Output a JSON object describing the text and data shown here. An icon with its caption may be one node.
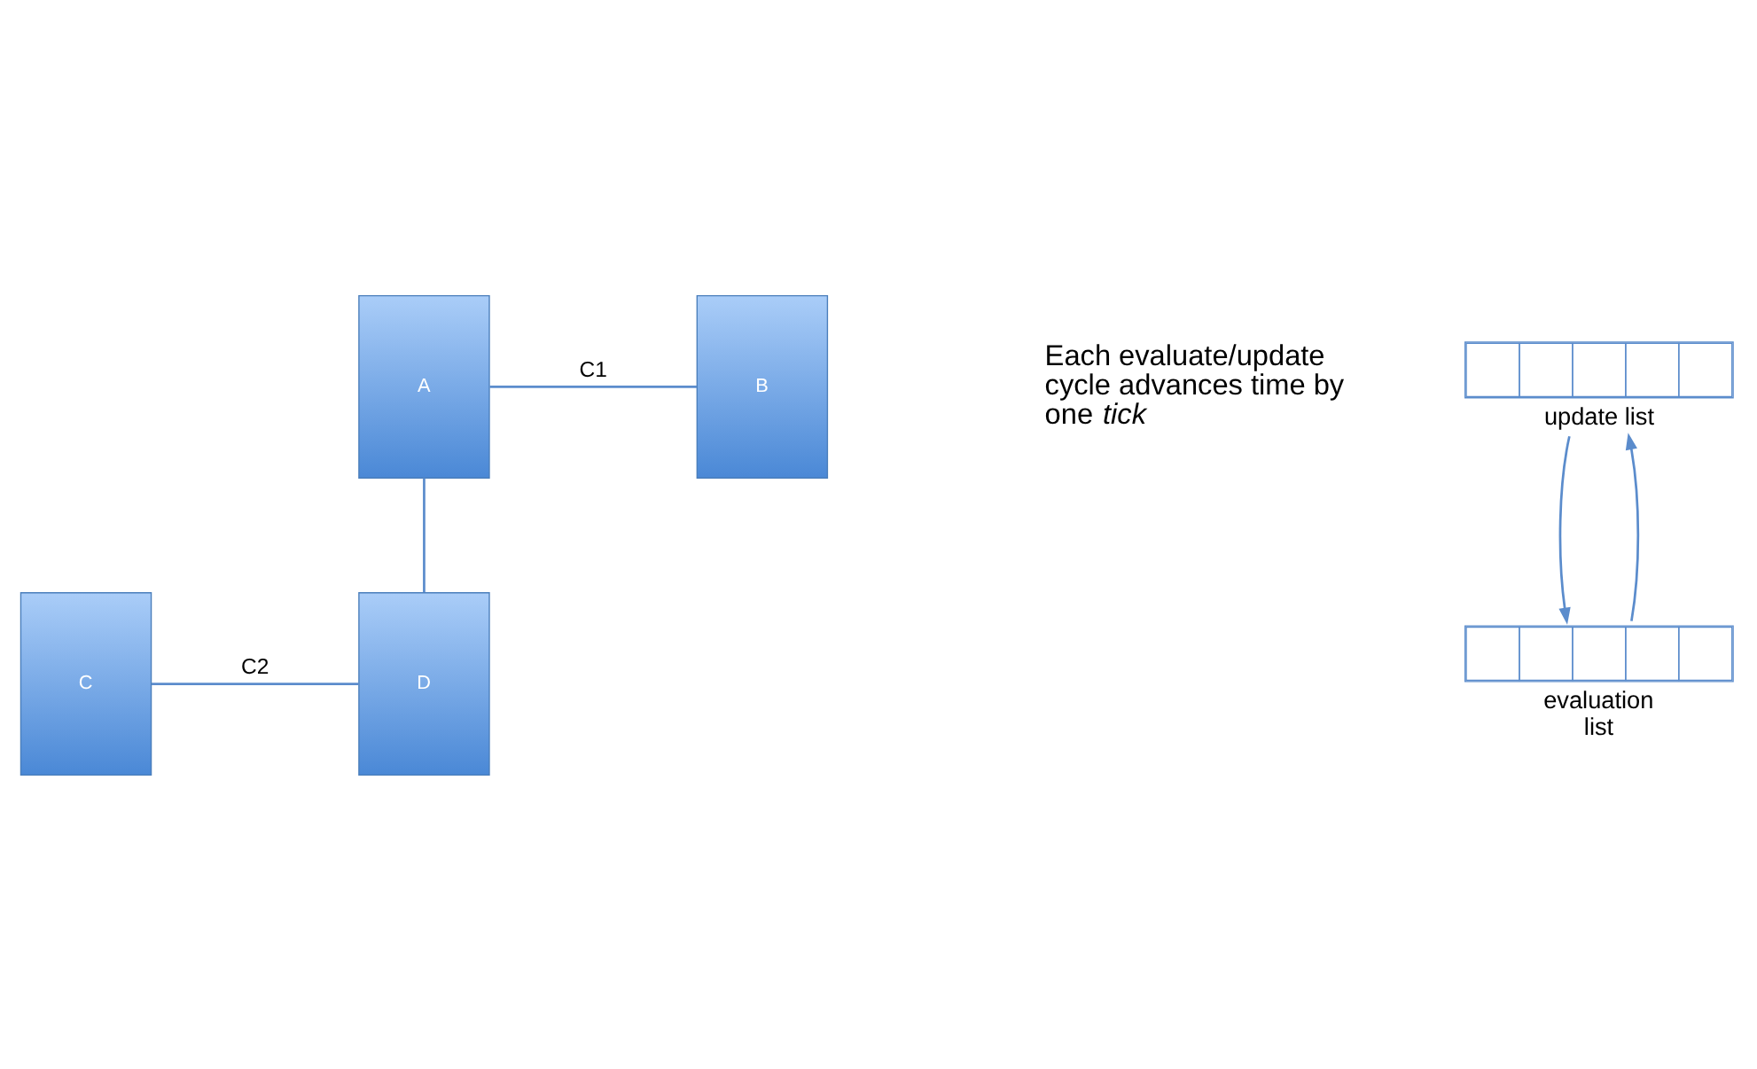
{
  "diagram": {
    "nodes": [
      {
        "text": [
          "A"
        ]
      },
      {
        "text": [
          "B"
        ]
      },
      {
        "text": [
          "C"
        ]
      },
      {
        "text": [
          "D"
        ]
      },
      {
        "text": [
          "update list"
        ]
      },
      {
        "text": [
          "evaluation list"
        ]
      }
    ],
    "edges": [
      {
        "from": 0,
        "to": 1,
        "arrow": "none",
        "label": "C1"
      },
      {
        "from": 0,
        "to": 3,
        "arrow": "none"
      },
      {
        "from": 2,
        "to": 3,
        "arrow": "none",
        "label": "C2"
      },
      {
        "from": 4,
        "to": 5,
        "arrow": "to"
      },
      {
        "from": 5,
        "to": 4,
        "arrow": "to"
      }
    ],
    "labels": [
      "Each evaluate/update cycle advances time by one *tick*"
    ]
  }
}
